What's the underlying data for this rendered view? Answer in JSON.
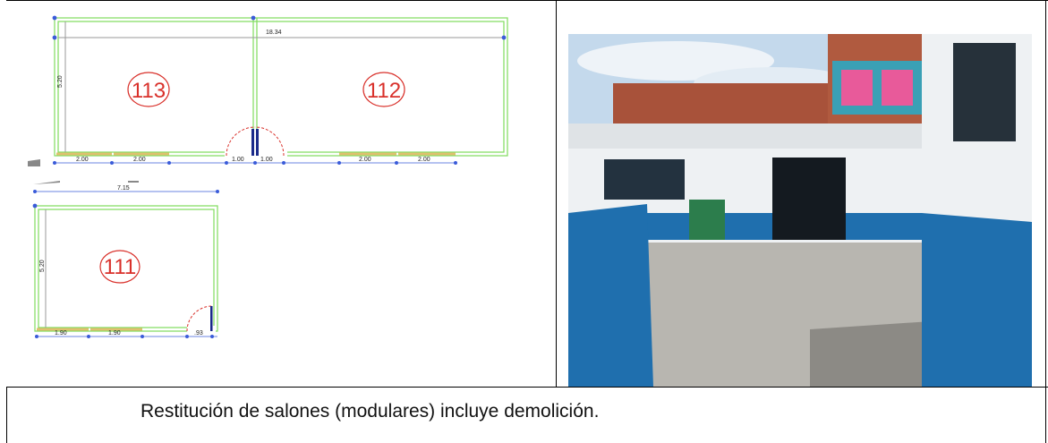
{
  "plan": {
    "rooms": [
      {
        "number": "113"
      },
      {
        "number": "112"
      },
      {
        "number": "111"
      }
    ],
    "dimensions": {
      "total_width": "18.34",
      "height_top": "5.20",
      "height_bottom": "5.20",
      "width_bottom": "7.15",
      "top_left_windows": [
        "2.00",
        "2.00"
      ],
      "doors": [
        "1.00",
        "1.00"
      ],
      "top_right_windows": [
        "2.00",
        "2.00"
      ],
      "bottom_windows": [
        "1.90",
        "1.90"
      ],
      "bottom_door": ".93"
    }
  },
  "photo": {
    "colors": {
      "sky": "#bfd6ea",
      "brick": "#a8523a",
      "wall_blue": "#1f6fae",
      "wall_white": "#eef1f3",
      "ground": "#b8b6b0"
    }
  },
  "caption": "Restitución  de salones (modulares) incluye demolición."
}
